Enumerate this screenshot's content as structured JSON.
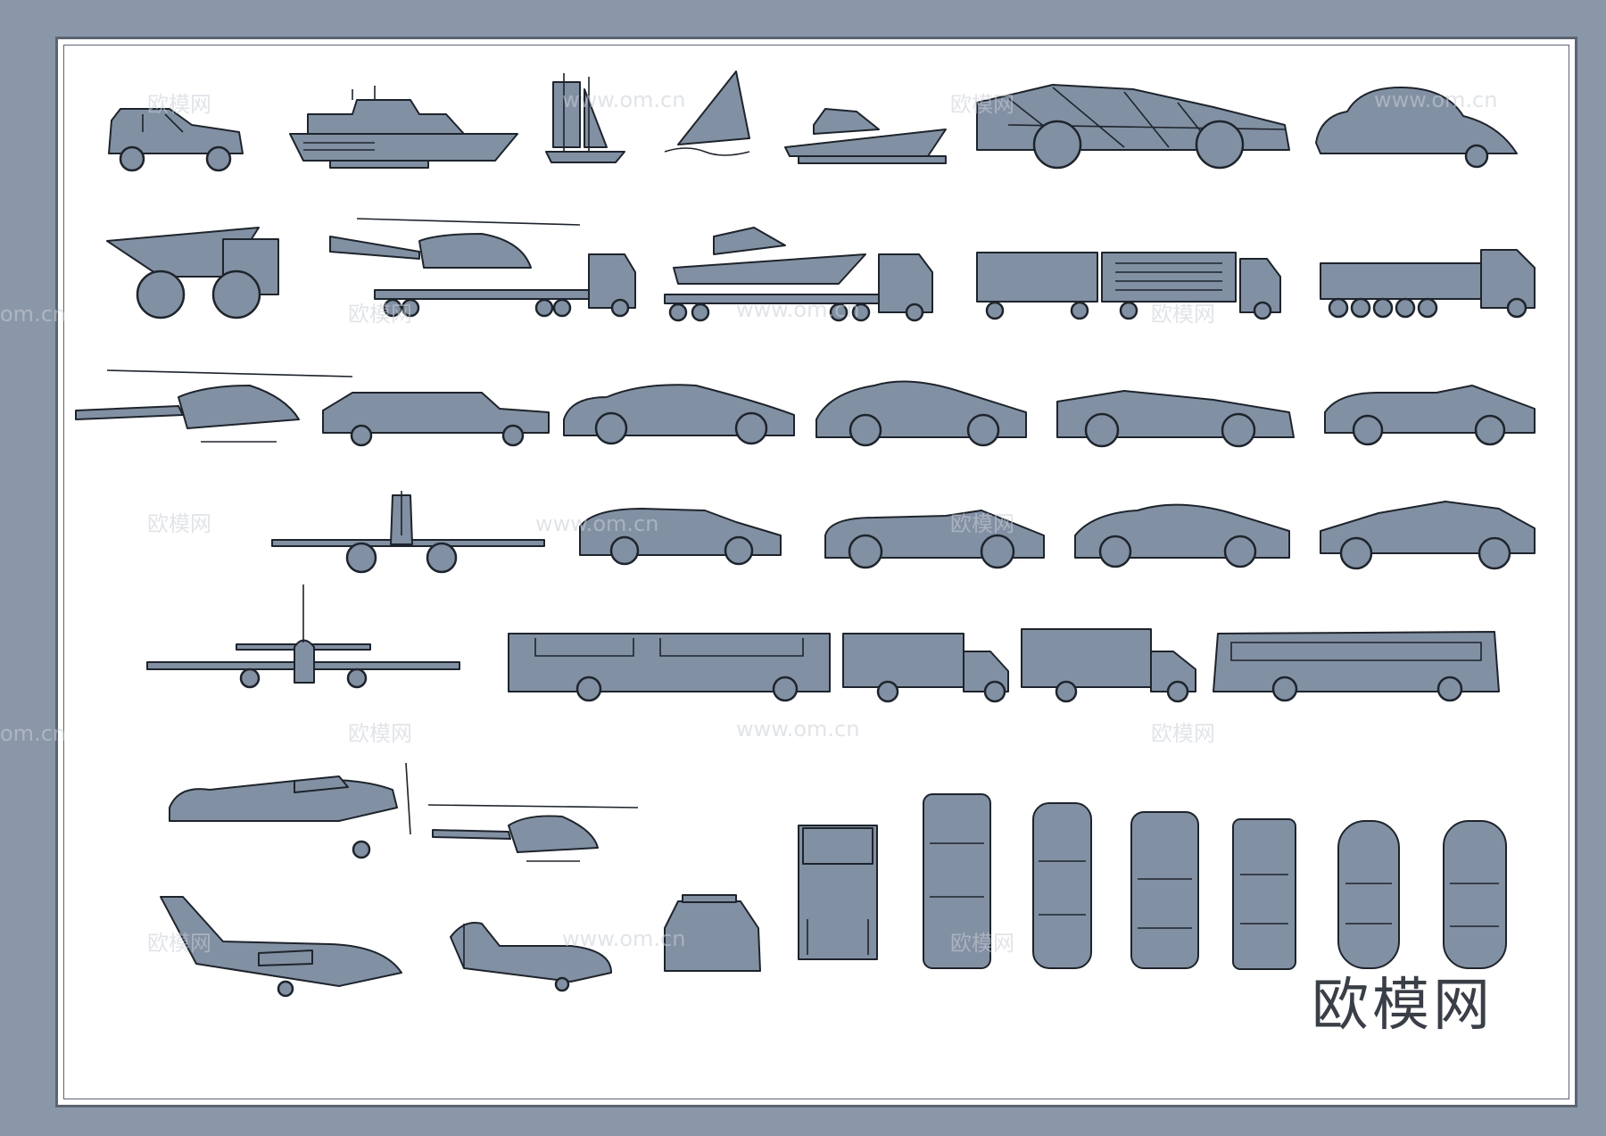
{
  "watermark": {
    "brand_text": "欧模网",
    "url_text": "www.om.cn",
    "short_url_text": "om.cn"
  },
  "colors": {
    "background": "#8a97a8",
    "sheet": "#ffffff",
    "vehicle_fill": "#8290a3",
    "outline": "#1e242c"
  }
}
